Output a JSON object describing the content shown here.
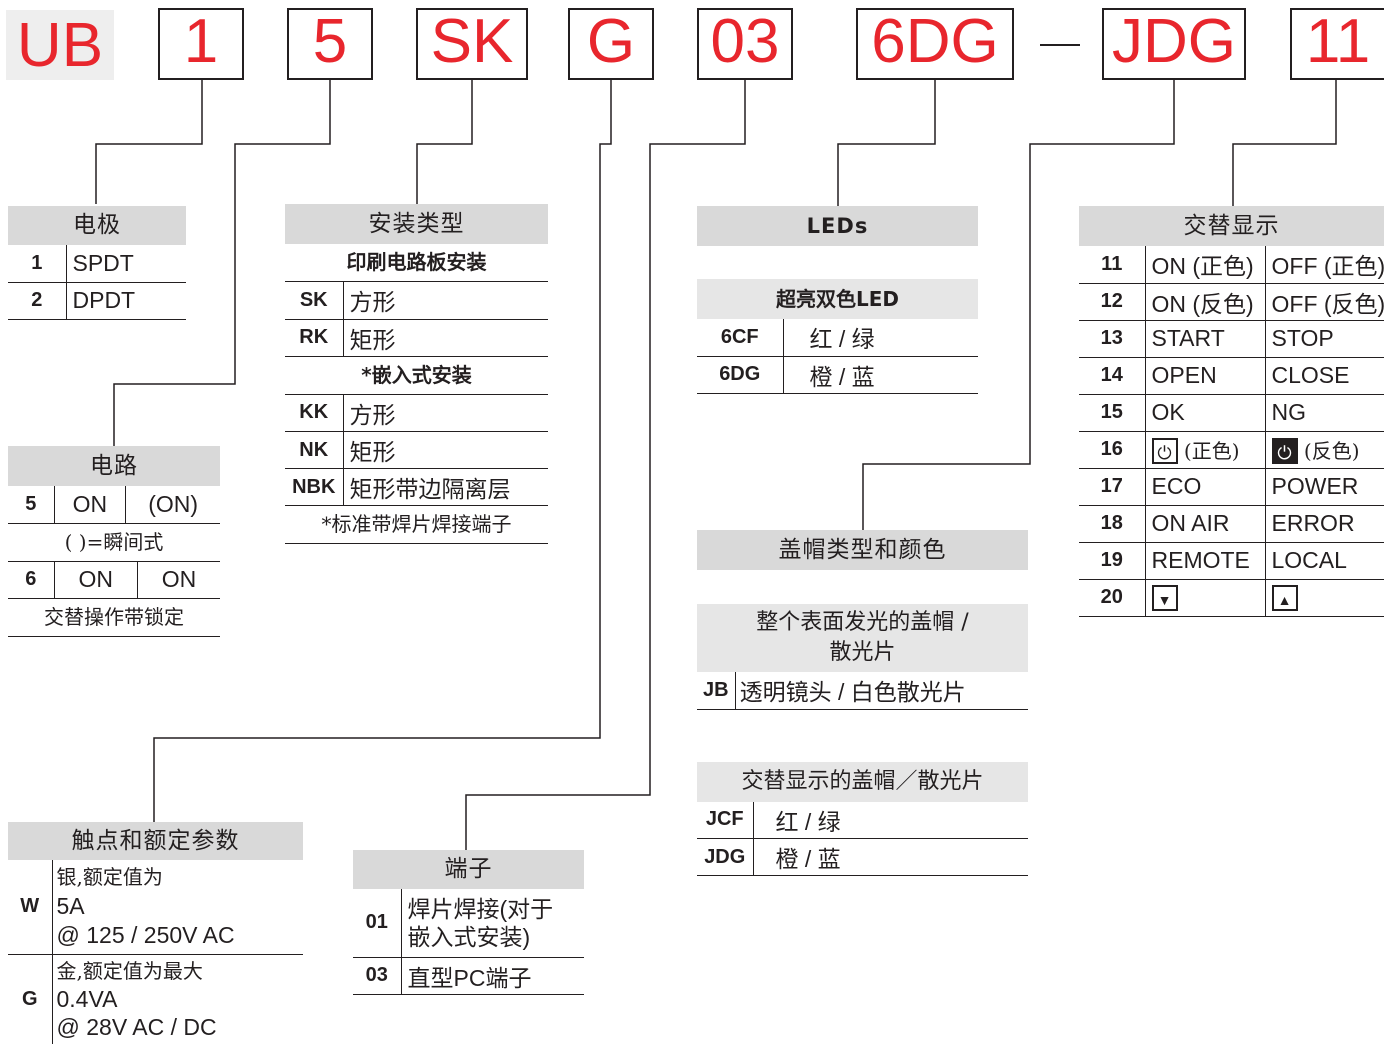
{
  "model": {
    "prefix": "UB",
    "segments": [
      "1",
      "5",
      "SK",
      "G",
      "03",
      "6DG",
      "JDG",
      "11"
    ],
    "separator": "—"
  },
  "poles": {
    "title": "电极",
    "rows": [
      {
        "code": "1",
        "value": "SPDT"
      },
      {
        "code": "2",
        "value": "DPDT"
      }
    ]
  },
  "circuit": {
    "title": "电路",
    "row1": {
      "code": "5",
      "a": "ON",
      "b": "(ON)"
    },
    "note1": "(   )=瞬间式",
    "row2": {
      "code": "6",
      "a": "ON",
      "b": "ON"
    },
    "note2": "交替操作带锁定"
  },
  "mounting": {
    "title": "安装类型",
    "pcb_title": "印刷电路板安装",
    "pcb": [
      {
        "code": "SK",
        "value": "方形"
      },
      {
        "code": "RK",
        "value": "矩形"
      }
    ],
    "panel_title": "*嵌入式安装",
    "panel": [
      {
        "code": "KK",
        "value": "方形"
      },
      {
        "code": "NK",
        "value": "矩形"
      },
      {
        "code": "NBK",
        "value": "矩形带边隔离层"
      }
    ],
    "footnote": "*标准带焊片焊接端子"
  },
  "contacts": {
    "title": "触点和额定参数",
    "rows": [
      {
        "code": "W",
        "lines": [
          "银,额定值为",
          "5A",
          "@ 125 / 250V AC"
        ]
      },
      {
        "code": "G",
        "lines": [
          "金,额定值为最大",
          "0.4VA",
          "@ 28V AC / DC"
        ]
      }
    ]
  },
  "terminals": {
    "title": "端子",
    "rows": [
      {
        "code": "01",
        "lines": [
          "焊片焊接(对于",
          "嵌入式安装)"
        ]
      },
      {
        "code": "03",
        "lines": [
          "直型PC端子"
        ]
      }
    ]
  },
  "leds": {
    "title": "LEDs",
    "sub": "超亮双色LED",
    "rows": [
      {
        "code": "6CF",
        "value": "红 / 绿"
      },
      {
        "code": "6DG",
        "value": "橙 / 蓝"
      }
    ]
  },
  "cap": {
    "title": "盖帽类型和颜色",
    "full_title_1": "整个表面发光的盖帽 /",
    "full_title_2": "散光片",
    "full_rows": [
      {
        "code": "JB",
        "value": "透明镜头 / 白色散光片"
      }
    ],
    "alt_title": "交替显示的盖帽／散光片",
    "alt_rows": [
      {
        "code": "JCF",
        "value": "红 / 绿"
      },
      {
        "code": "JDG",
        "value": "橙 / 蓝"
      }
    ]
  },
  "legend": {
    "title": "交替显示",
    "rows": [
      {
        "code": "11",
        "a": "ON (正色)",
        "b": "OFF (正色)"
      },
      {
        "code": "12",
        "a": "ON (反色)",
        "b": "OFF (反色)"
      },
      {
        "code": "13",
        "a": "START",
        "b": "STOP"
      },
      {
        "code": "14",
        "a": "OPEN",
        "b": "CLOSE"
      },
      {
        "code": "15",
        "a": "OK",
        "b": "NG"
      },
      {
        "code": "16",
        "a": "(正色)",
        "b": "(反色)",
        "a_icon": "power-icon",
        "b_icon": "power-icon"
      },
      {
        "code": "17",
        "a": "ECO",
        "b": "POWER"
      },
      {
        "code": "18",
        "a": "ON AIR",
        "b": "ERROR"
      },
      {
        "code": "19",
        "a": "REMOTE",
        "b": "LOCAL"
      },
      {
        "code": "20",
        "a": "",
        "b": "",
        "a_icon": "triangle-down-icon",
        "b_icon": "triangle-up-icon"
      }
    ]
  },
  "colors": {
    "accent": "#e8262d",
    "header_bg": "#d9d9d9",
    "line": "#231f20"
  }
}
